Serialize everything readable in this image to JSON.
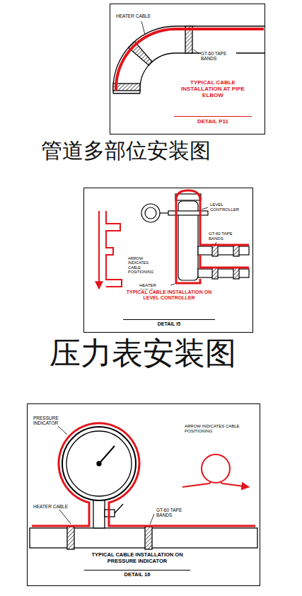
{
  "diagram": {
    "nodes": [
      {
        "text": [
          "HEATER CABLE",
          "GT-60 TAPE BANDS",
          "TYPICAL CABLE INSTALLATION AT PIPE ELBOW",
          "DETAIL P11"
        ]
      },
      {
        "text": [
          "LEVEL CONTROLLER",
          "ARROW INDICATES CABLE POSITIONING",
          "HEATER CABLE",
          "GT-60 TAPE BANDS",
          "TYPICAL CABLE INSTALLATION ON LEVEL CONTROLLER",
          "DETAIL I5"
        ]
      },
      {
        "text": [
          "PRESSURE INDICATOR",
          "ARROW INDICATES CABLE POSITIONING",
          "HEATER CABLE",
          "GT-60 TAPE BANDS",
          "TYPICAL CABLE INSTALLATION ON PRESSURE INDICATOR",
          "DETAIL 16"
        ]
      }
    ],
    "labels": [
      "管道多部位安装图",
      "压力表安装图"
    ]
  }
}
